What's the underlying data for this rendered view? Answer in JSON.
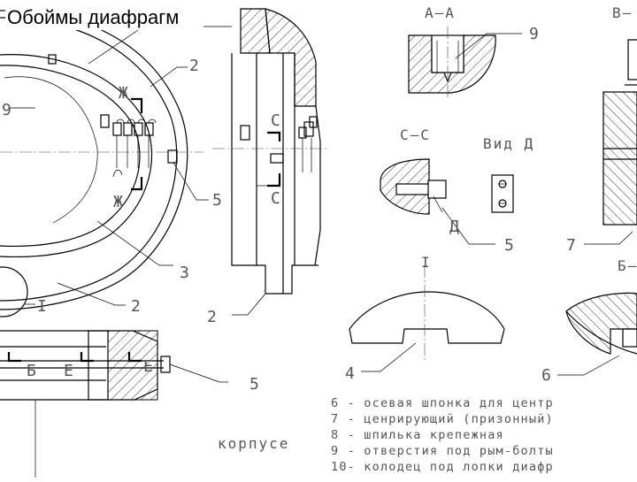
{
  "title": "Обоймы диафрагм",
  "section_labels": {
    "aa": "А–А",
    "vv": "В–",
    "cc": "С–С",
    "view_d": "Вид Д",
    "detail_i": "I",
    "bb": "Б–"
  },
  "inline_labels": {
    "zh_top": "Ж",
    "zh_bottom": "Ж",
    "c_top": "С",
    "c_bottom": "С",
    "d": "Д",
    "b": "Б",
    "e_left": "Е",
    "e_right": "Е",
    "i_bottom": "I",
    "korpus": "корпусе"
  },
  "callouts": {
    "c2_top": "2",
    "c9_left": "9",
    "c5_mid": "5",
    "c3": "3",
    "c2_bottom": "2",
    "c2_center": "2",
    "c5_bottom": "5",
    "c9_aa": "9",
    "c5_cc": "5",
    "c7": "7",
    "c4": "4",
    "c6": "6"
  },
  "legend": [
    "6 - осевая шпонка для центр",
    "7 - ценрирующий (призонный)",
    "8 - шпилька крепежная",
    "9 - отверстия под рым-болты",
    "10- колодец под лопки диафр"
  ]
}
